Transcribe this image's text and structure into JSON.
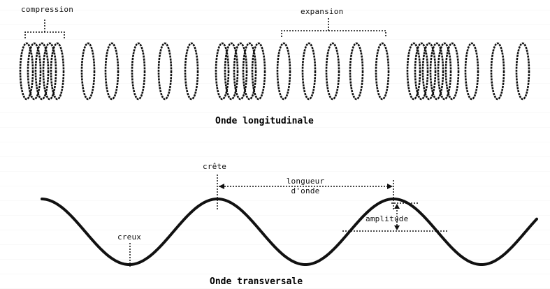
{
  "longitudinal": {
    "title": "Onde longitudinale",
    "compression_label": "compression",
    "expansion_label": "expansion"
  },
  "transverse": {
    "title": "Onde transversale",
    "crest_label": "crête",
    "trough_label": "creux",
    "wavelength_label_line1": "longueur",
    "wavelength_label_line2": "d'onde",
    "amplitude_label": "amplitude"
  },
  "colors": {
    "ink": "#111111",
    "paper": "#ffffff"
  }
}
